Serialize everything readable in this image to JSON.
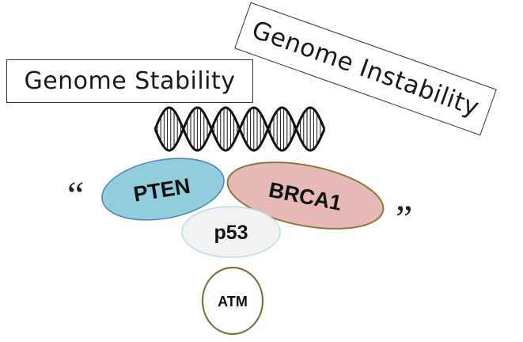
{
  "labels": {
    "genome_stability": "Genome Stability",
    "genome_instability": "Genome Instability"
  },
  "proteins": {
    "pten": "PTEN",
    "brca1": "BRCA1",
    "p53": "p53",
    "atm": "ATM"
  },
  "quotes": {
    "open": "“",
    "close": "”"
  },
  "colors": {
    "pten_fill": "#92cddc",
    "pten_stroke": "#4f81bd",
    "brca1_fill": "#e6b9b8",
    "brca1_stroke": "#8a7a3a",
    "p53_fill": "#f2f2f2",
    "p53_stroke": "#b7dee8",
    "atm_fill": "#ffffff",
    "atm_stroke": "#7f7040",
    "dna_stroke": "#111111"
  },
  "icons": {
    "dna": "dna-double-helix-icon"
  }
}
